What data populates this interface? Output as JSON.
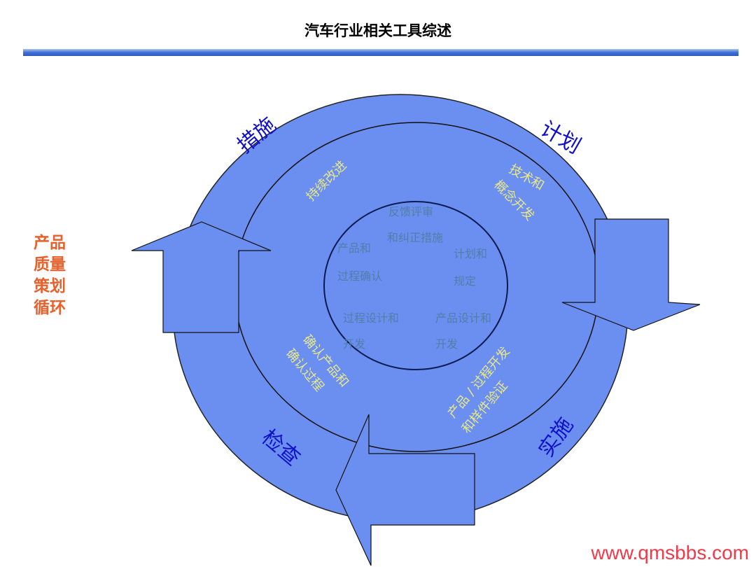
{
  "title": "汽车行业相关工具综述",
  "side_label": [
    "产品",
    "质量",
    "策划",
    "循环"
  ],
  "outer_labels": {
    "plan": "计划",
    "do": "实施",
    "check": "检查",
    "act": "措施"
  },
  "middle_labels": {
    "tech": [
      "技术和",
      "概念开发"
    ],
    "validation": [
      "产品 / 过程开发",
      "和样件验证"
    ],
    "confirm": [
      "确认产品和",
      "确认过程"
    ],
    "improve": "持续改进"
  },
  "inner_labels": {
    "feedback": [
      "反馈评审",
      "和纠正措施"
    ],
    "planning": [
      "计划和",
      "规定"
    ],
    "product_design": [
      "产品设计和",
      "开发"
    ],
    "process_design": [
      "过程设计和",
      "开发"
    ],
    "confirmation": [
      "产品和",
      "过程确认"
    ]
  },
  "watermark": "www.qmsbbs.com",
  "colors": {
    "fill": "#6b8ff0",
    "outer_text": "#1010c8",
    "middle_text": "#e8e88a",
    "inner_text": "#4f7fa8",
    "side": "#e8602c"
  }
}
